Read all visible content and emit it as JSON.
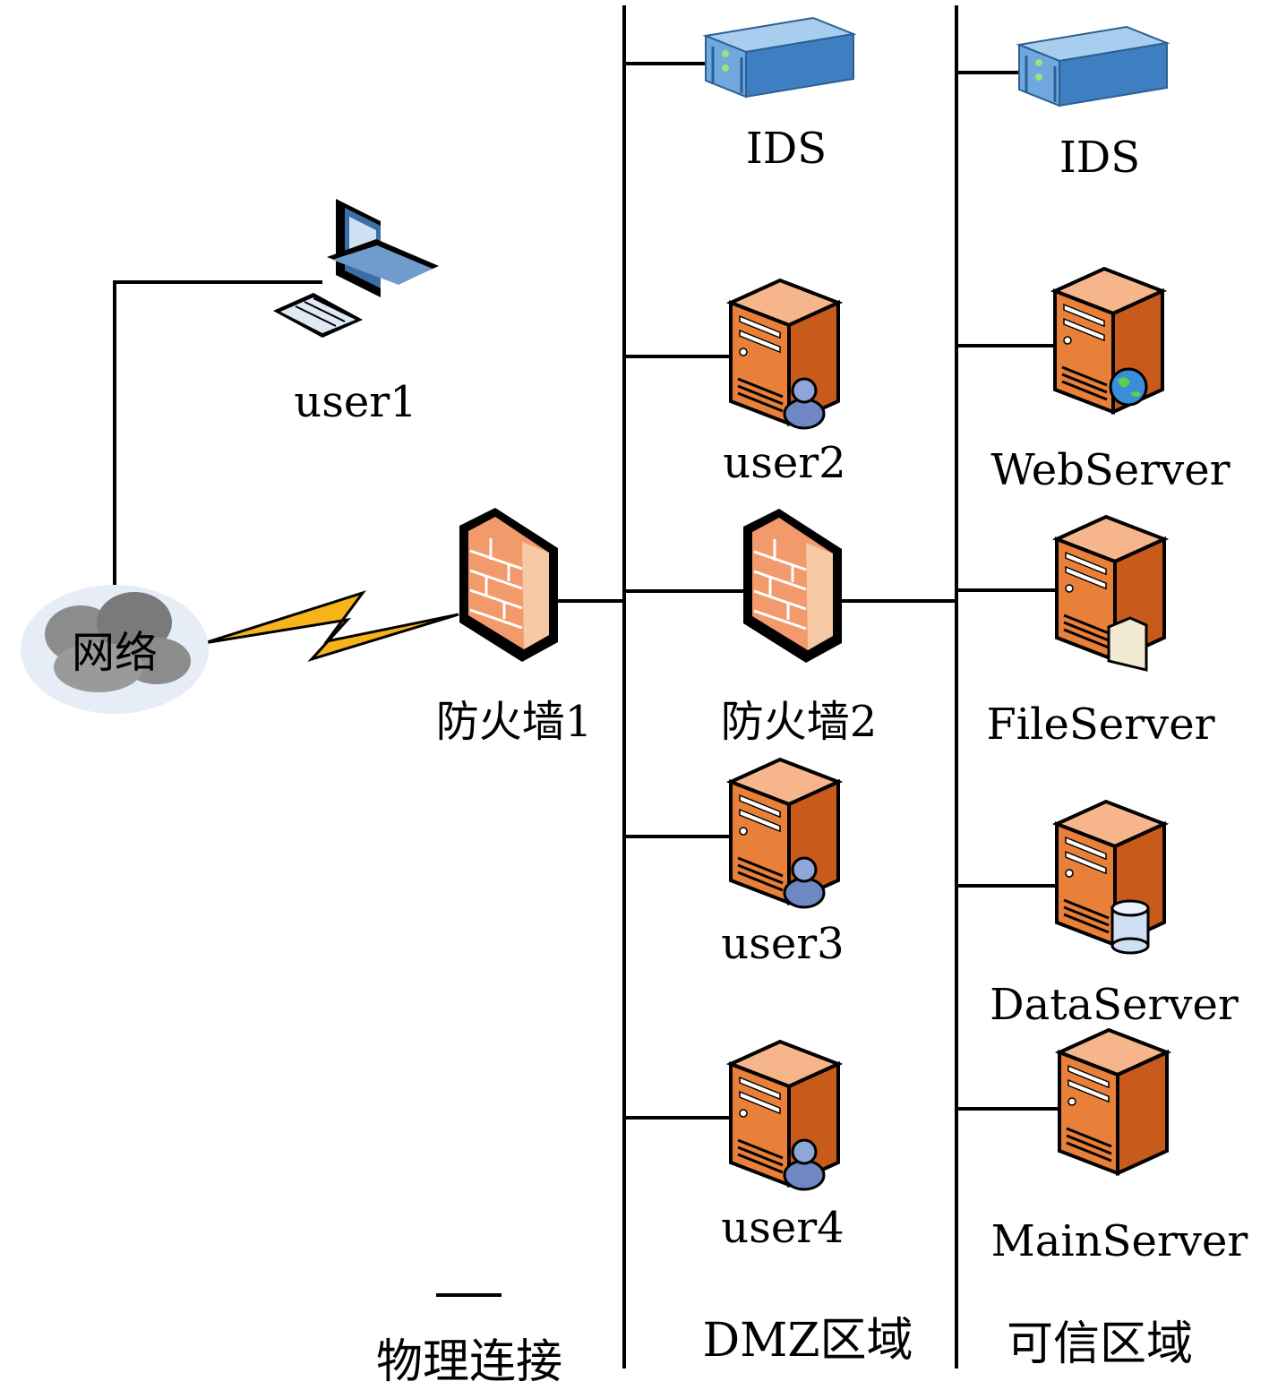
{
  "network": {
    "label": "网络"
  },
  "user1": {
    "label": "user1"
  },
  "firewall1": {
    "label": "防火墙1"
  },
  "firewall2": {
    "label": "防火墙2"
  },
  "dmz": {
    "ids_label": "IDS",
    "user2_label": "user2",
    "user3_label": "user3",
    "user4_label": "user4",
    "zone_label": "DMZ区域"
  },
  "trusted": {
    "ids_label": "IDS",
    "web_label": "WebServer",
    "file_label": "FileServer",
    "data_label": "DataServer",
    "main_label": "MainServer",
    "zone_label": "可信区域"
  },
  "legend": {
    "label": "物理连接"
  },
  "colors": {
    "line": "#000000",
    "server_orange": "#e8803a",
    "server_light": "#f6b58a",
    "ids_blue": "#4a8fd0",
    "firewall_brick": "#f08a5c",
    "lightning": "#f7b31a",
    "cloud": "#8c8c8c"
  }
}
